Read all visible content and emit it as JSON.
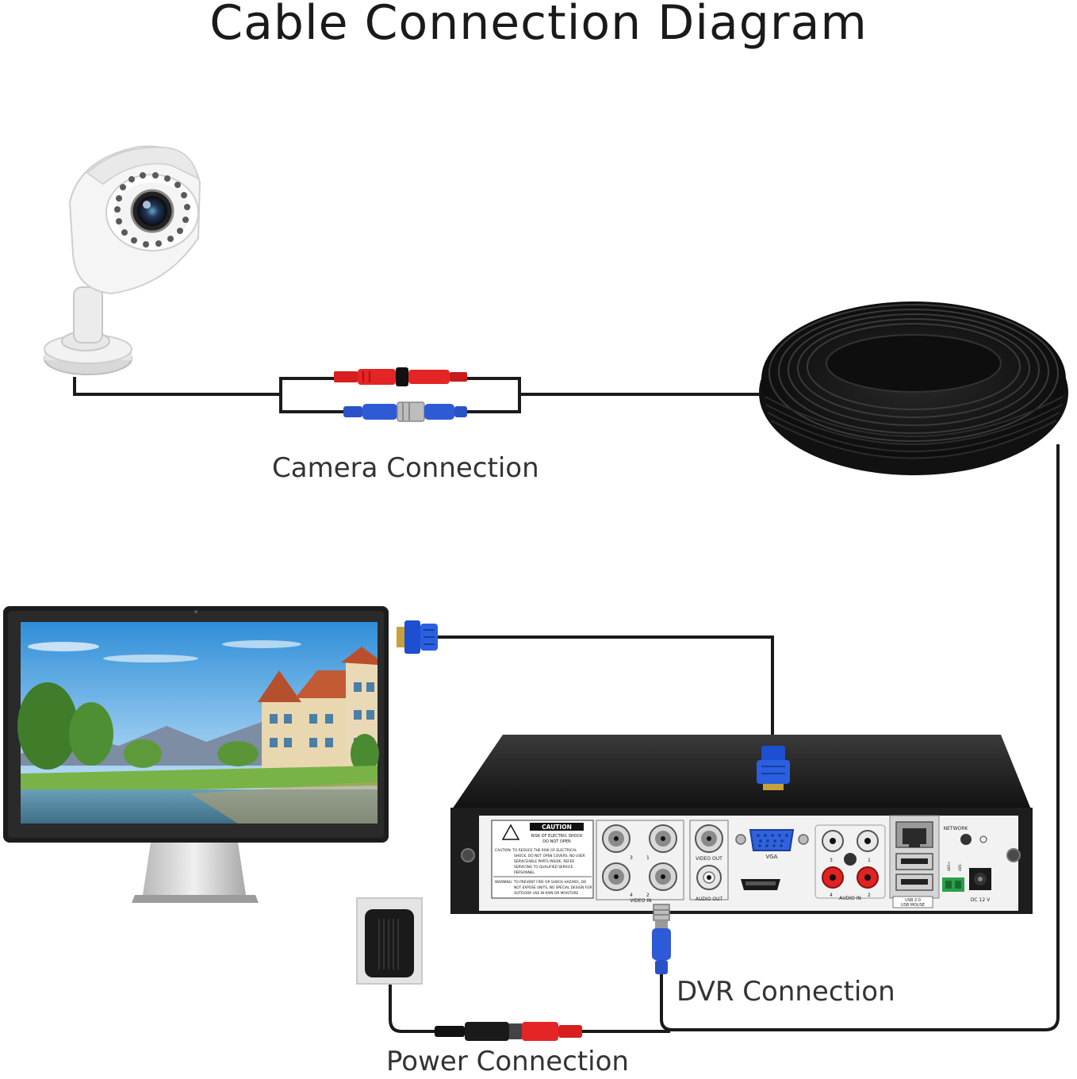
{
  "title": "Cable Connection Diagram",
  "labels": {
    "camera_connection": "Camera Connection",
    "dvr_connection": "DVR Connection",
    "power_connection": "Power Connection"
  },
  "dvr_panel": {
    "caution_title": "CAUTION",
    "caution_sub_1": "RISK OF ELECTRIC SHOCK",
    "caution_sub_2": "DO NOT OPEN",
    "caution_text_1": "CAUTION: TO REDUCE THE RISK OF ELECTRICAL",
    "caution_text_2": "SHOCK, DO NOT OPEN COVERS. NO USER",
    "caution_text_3": "SERVICEABLE PARTS INSIDE. REFER",
    "caution_text_4": "SERVICING TO QUALIFIED SERVICE",
    "caution_text_5": "PERSONNEL.",
    "warning_text_1": "WARNING: TO PREVENT FIRE OR SHOCK HAZARD, DO",
    "warning_text_2": "NOT EXPOSE UNITS, NO SPECIAL DESIGN FOR",
    "warning_text_3": "OUTDOOR USE IN RAIN OR MOISTURE",
    "video_in": "VIDEO IN",
    "port_3": "3",
    "port_1": "1",
    "port_4": "4",
    "port_2": "2",
    "video_out": "VIDEO OUT",
    "audio_out": "AUDIO OUT",
    "vga": "VGA",
    "audio_in": "AUDIO IN",
    "network": "NETWORK",
    "usb_1": "USB 2.0",
    "usb_2": "USB MOUSE",
    "dc": "DC 12 V",
    "rs485_a": "485+",
    "rs485_b": "485-"
  },
  "colors": {
    "cable": "#1a1a1a",
    "connector_red": "#e02020",
    "connector_blue": "#2a52c8",
    "vga_blue": "#1e4fd0",
    "dvr_panel": "#f2f2f2",
    "dvr_case": "#222222",
    "camera_white": "#f4f4f4"
  },
  "icons": [
    "security-camera",
    "monitor",
    "dvr-recorder",
    "cable-coil",
    "power-adapter",
    "vga-connector",
    "bnc-connector",
    "dc-connector"
  ]
}
